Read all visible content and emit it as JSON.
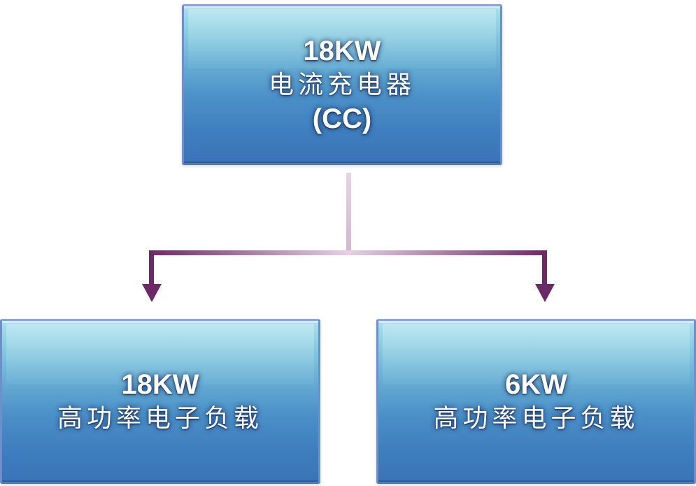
{
  "top_node": {
    "power": "18KW",
    "name": "电流充电器",
    "abbr": "(CC)"
  },
  "left_node": {
    "power": "18KW",
    "name": "高功率电子负载"
  },
  "right_node": {
    "power": "6KW",
    "name": "高功率电子负载"
  },
  "colors": {
    "box_top": "#a9e0ec",
    "box_bottom": "#3a74b6",
    "box_border": "#6f8fc9",
    "connector_dark": "#6b2a66",
    "connector_light": "#e2c9df"
  }
}
